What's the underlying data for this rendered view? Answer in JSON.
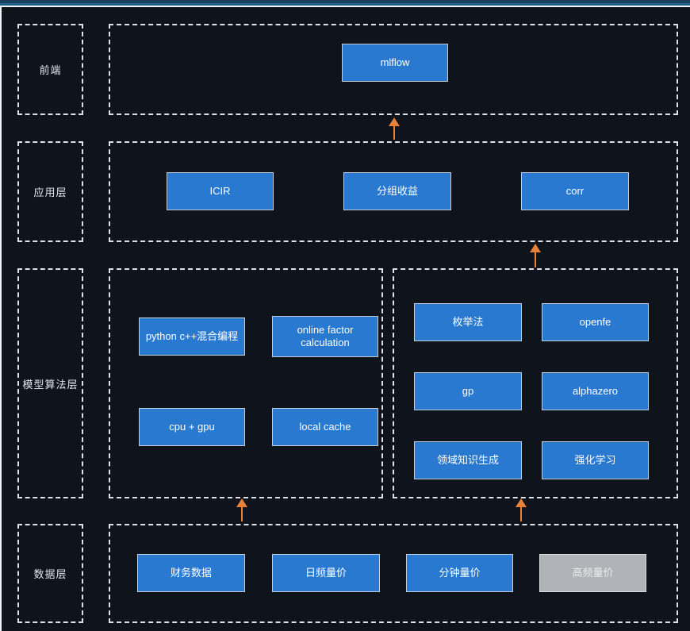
{
  "diagram": {
    "type": "layered-architecture",
    "theme": "dark",
    "colors": {
      "background": "#0e131c",
      "node_blue": "#2979d0",
      "node_gray": "#b0b3b7",
      "node_border": "#c7cdd5",
      "dashed_border": "#dfe3e8",
      "arrow_orange": "#e8823a",
      "titlebar_dark": "#17415f",
      "titlebar_light": "#1f5d87"
    }
  },
  "layers": [
    {
      "id": "frontend",
      "label": "前端",
      "boxes": [
        {
          "label": "mlflow"
        }
      ]
    },
    {
      "id": "application",
      "label": "应用层",
      "boxes": [
        {
          "label": "ICIR"
        },
        {
          "label": "分组收益"
        },
        {
          "label": "corr"
        }
      ]
    },
    {
      "id": "model-algorithm",
      "label": "模型算法层",
      "left_boxes": [
        {
          "label": "python c++混合编程"
        },
        {
          "label": "online factor calculation"
        },
        {
          "label": "cpu + gpu"
        },
        {
          "label": "local cache"
        }
      ],
      "right_boxes": [
        {
          "label": "枚举法"
        },
        {
          "label": "openfe"
        },
        {
          "label": "gp"
        },
        {
          "label": "alphazero"
        },
        {
          "label": "领域知识生成"
        },
        {
          "label": "强化学习"
        }
      ]
    },
    {
      "id": "data",
      "label": "数据层",
      "boxes": [
        {
          "label": "财务数据"
        },
        {
          "label": "日频量价"
        },
        {
          "label": "分钟量价"
        },
        {
          "label": "高频量价",
          "variant": "gray"
        }
      ]
    }
  ],
  "arrows": [
    {
      "id": "app-to-frontend",
      "direction": "up"
    },
    {
      "id": "model-to-app",
      "direction": "up"
    },
    {
      "id": "data-to-model-left",
      "direction": "up"
    },
    {
      "id": "data-to-model-right",
      "direction": "up"
    }
  ]
}
